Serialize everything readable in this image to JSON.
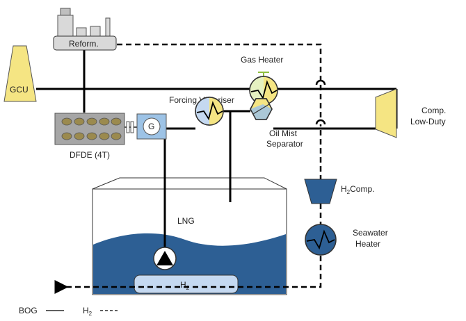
{
  "labels": {
    "reformer": "Reform.",
    "gcu": "GCU",
    "gas_heater": "Gas Heater",
    "forcing_vaporiser": "Forcing Vaporiser",
    "oil_mist_line1": "Oil Mist",
    "oil_mist_line2": "Separator",
    "comp_line1": "Comp.",
    "comp_line2": "Low-Duty",
    "dfde": "DFDE (4T)",
    "generator": "G",
    "h2comp_main": "H",
    "h2comp_sub": "2",
    "h2comp_tail": "Comp.",
    "seawater_line1": "Seawater",
    "seawater_line2": "Heater",
    "lng": "LNG",
    "h2tank_main": "H",
    "h2tank_sub": "2"
  },
  "legend": {
    "bog": "BOG",
    "h2_main": "H",
    "h2_sub": "2"
  },
  "colors": {
    "lng_blue": "#2d5f94",
    "h2_tank": "#c5d9f1",
    "gcu_yellow": "#f5e583",
    "compressor_yellow": "#f5e583",
    "gas_heater_fill": "#e5f1c1",
    "valve_green": "#8fbf3f",
    "exchanger_light_blue": "#c5d9f1",
    "exchanger_yellow": "#f5e583",
    "h2_compressor_blue": "#2d5f94",
    "engine_grey": "#a6a6a6",
    "cylinder_olive": "#9b8a4e",
    "generator_blue": "#9dc3e6"
  }
}
